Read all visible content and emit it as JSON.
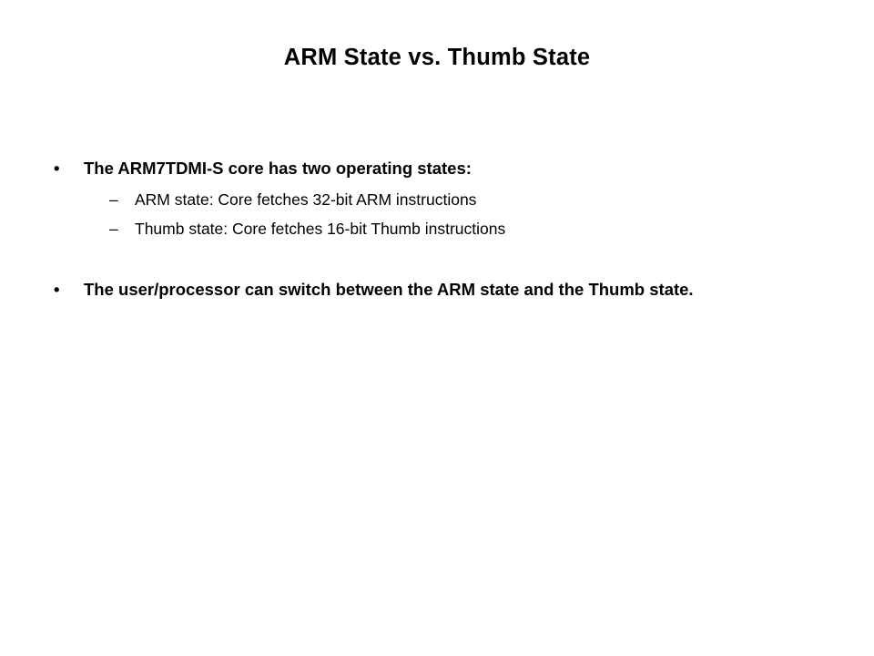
{
  "slide": {
    "title": "ARM State vs. Thumb State",
    "background_color": "#ffffff",
    "text_color": "#000000",
    "bullets": [
      {
        "marker": "•",
        "text": "The ARM7TDMI-S core has two operating states:",
        "sub_bullets": [
          {
            "marker": "–",
            "text": "ARM state: Core fetches 32-bit ARM instructions"
          },
          {
            "marker": "–",
            "text": "Thumb state: Core fetches 16-bit Thumb instructions"
          }
        ]
      },
      {
        "marker": "•",
        "text": "The user/processor can switch between the ARM state and the Thumb state.",
        "sub_bullets": []
      }
    ]
  }
}
